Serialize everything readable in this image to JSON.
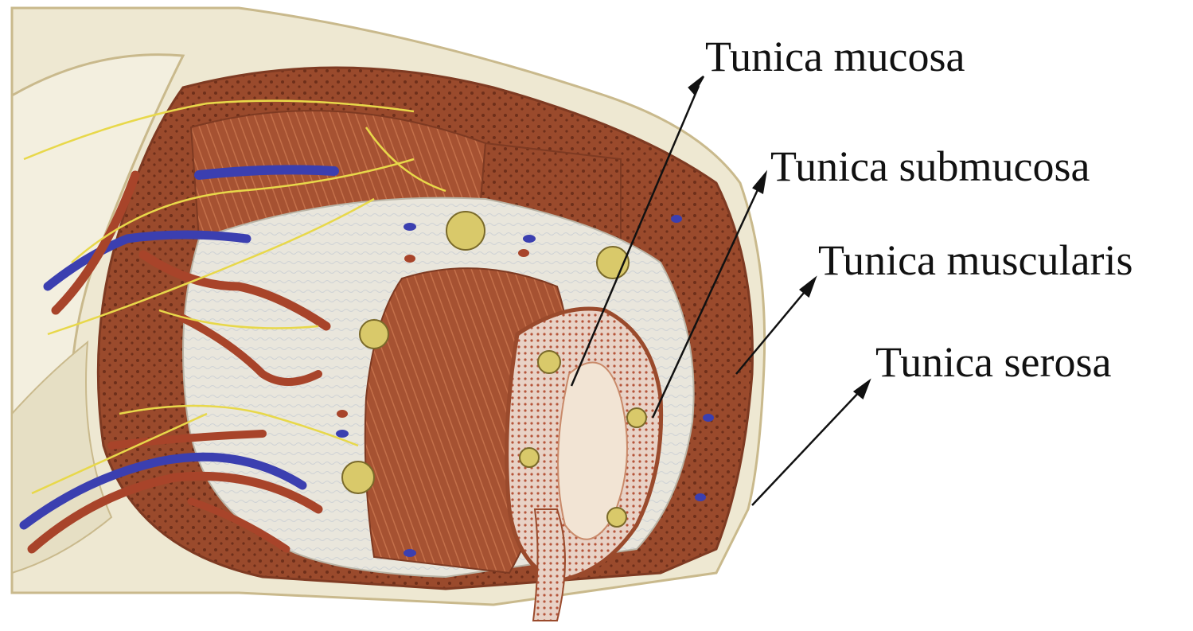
{
  "labels": [
    "Tunica mucosa",
    "Tunica submucosa",
    "Tunica muscularis",
    "Tunica serosa"
  ],
  "colors": {
    "mesentery": "#eee8d2",
    "mesentery_edge": "#c9b98c",
    "muscle": "#a65232",
    "muscle_dark": "#7e3a22",
    "submucosa": "#e9e6dc",
    "mucosa": "#b45a3a",
    "lumen": "#f2e4d4",
    "artery": "#a8442a",
    "vein": "#3b3fb0",
    "nerve": "#e8d84a",
    "arrow": "#111111"
  }
}
